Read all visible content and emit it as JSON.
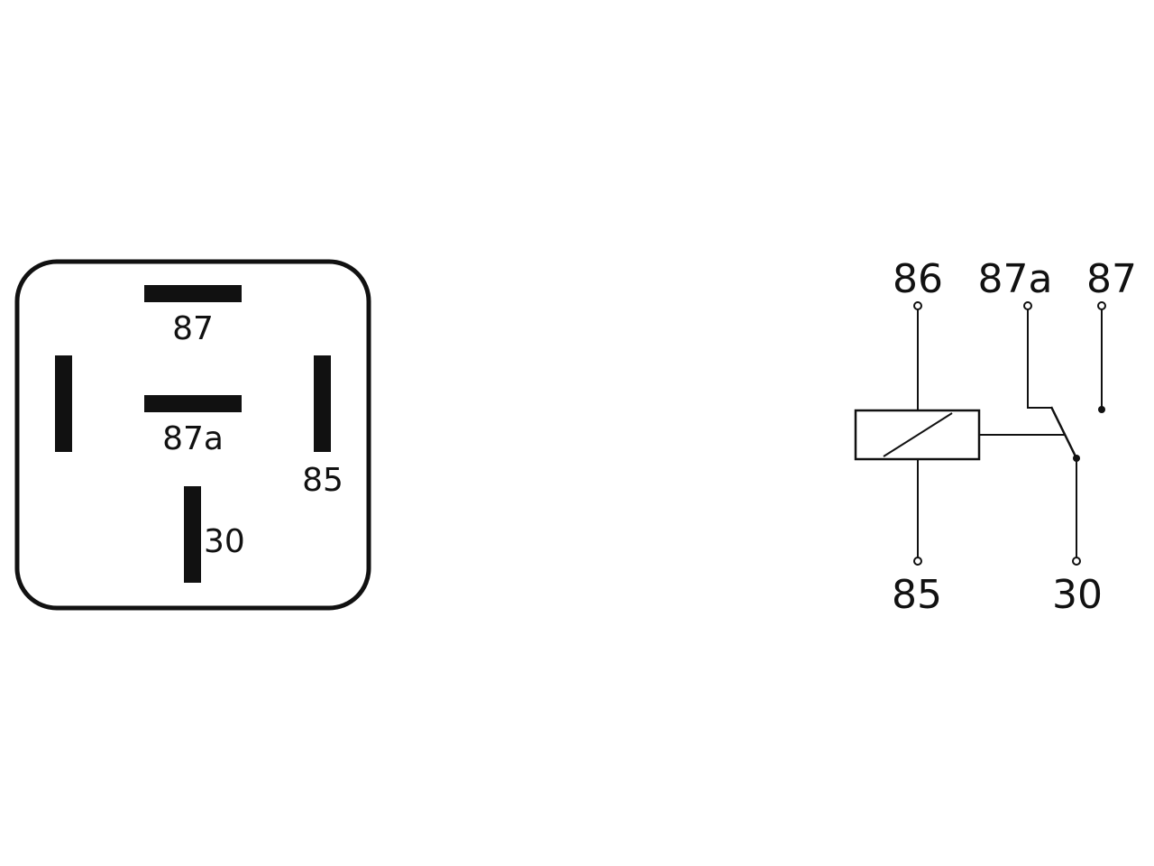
{
  "footprint": {
    "pins": {
      "p87": "87",
      "p87a": "87a",
      "p85": "85",
      "p30": "30"
    }
  },
  "schematic": {
    "terminals": {
      "t86": "86",
      "t87a": "87a",
      "t87": "87",
      "t85": "85",
      "t30": "30"
    }
  },
  "colors": {
    "stroke": "#111111",
    "background": "#ffffff"
  }
}
